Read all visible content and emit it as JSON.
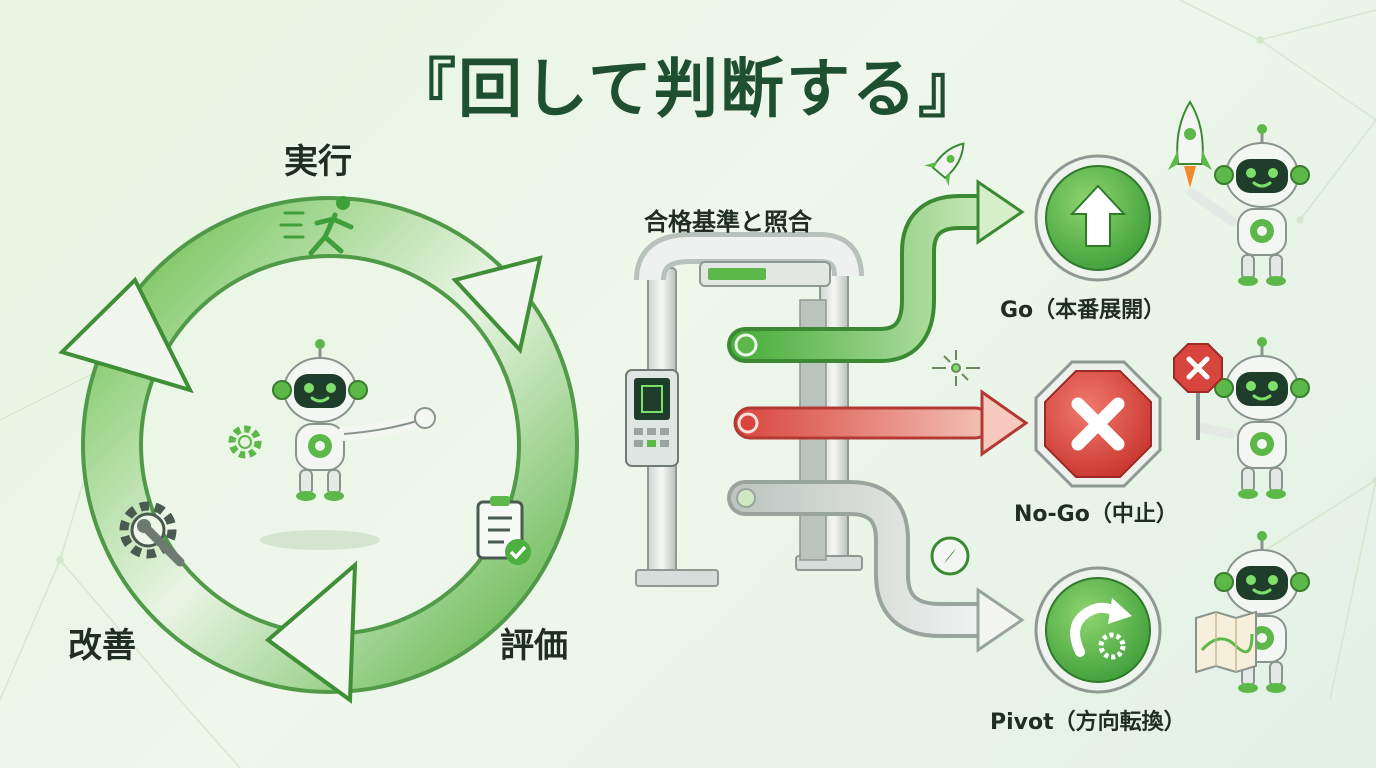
{
  "title": "『回して判断する』",
  "cycle": {
    "steps": [
      {
        "label": "実行",
        "icon": "running-person-icon"
      },
      {
        "label": "評価",
        "icon": "clipboard-check-icon"
      },
      {
        "label": "改善",
        "icon": "gear-wrench-icon"
      }
    ]
  },
  "gate": {
    "label": "合格基準と照合"
  },
  "outcomes": [
    {
      "label": "Go（本番展開）",
      "icon": "up-arrow-icon",
      "color": "#3f9f3a"
    },
    {
      "label": "No-Go（中止）",
      "icon": "x-icon",
      "color": "#d8453f"
    },
    {
      "label": "Pivot（方向転換）",
      "icon": "redirect-arrow-icon",
      "color": "#3f9f3a"
    }
  ],
  "colors": {
    "accent_green": "#4caf3f",
    "dark_green": "#1e4f2e",
    "stop_red": "#d8453f"
  }
}
